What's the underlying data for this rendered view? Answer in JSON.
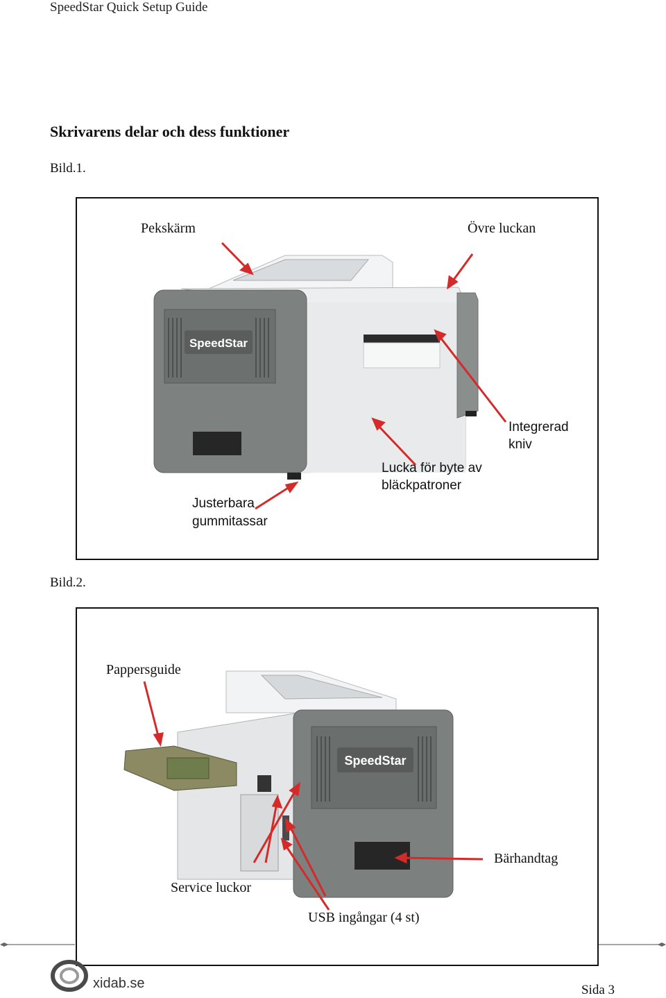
{
  "header": {
    "title": "SpeedStar Quick Setup Guide"
  },
  "section": {
    "heading": "Skrivarens delar och dess funktioner"
  },
  "figure1": {
    "caption": "Bild.1.",
    "labels": {
      "touchscreen": "Pekskärm",
      "top_cover": "Övre luckan",
      "cutter_line1": "Integrerad",
      "cutter_line2": "kniv",
      "ink_door_line1": "Lucka för byte av",
      "ink_door_line2": "bläckpatroner",
      "feet_line1": "Justerbara",
      "feet_line2": "gummitassar"
    },
    "brand_plate": "SpeedStar"
  },
  "figure2": {
    "caption": "Bild.2.",
    "labels": {
      "paper_guide": "Pappersguide",
      "handle": "Bärhandtag",
      "service": "Service luckor",
      "usb": "USB ingångar (4 st)"
    },
    "brand_plate": "SpeedStar"
  },
  "footer": {
    "logo_text": "xidab.se",
    "page": "Sida 3"
  },
  "colors": {
    "arrow": "#d42a2a",
    "printer_grey": "#7f8380",
    "printer_white": "#eef0f1"
  }
}
